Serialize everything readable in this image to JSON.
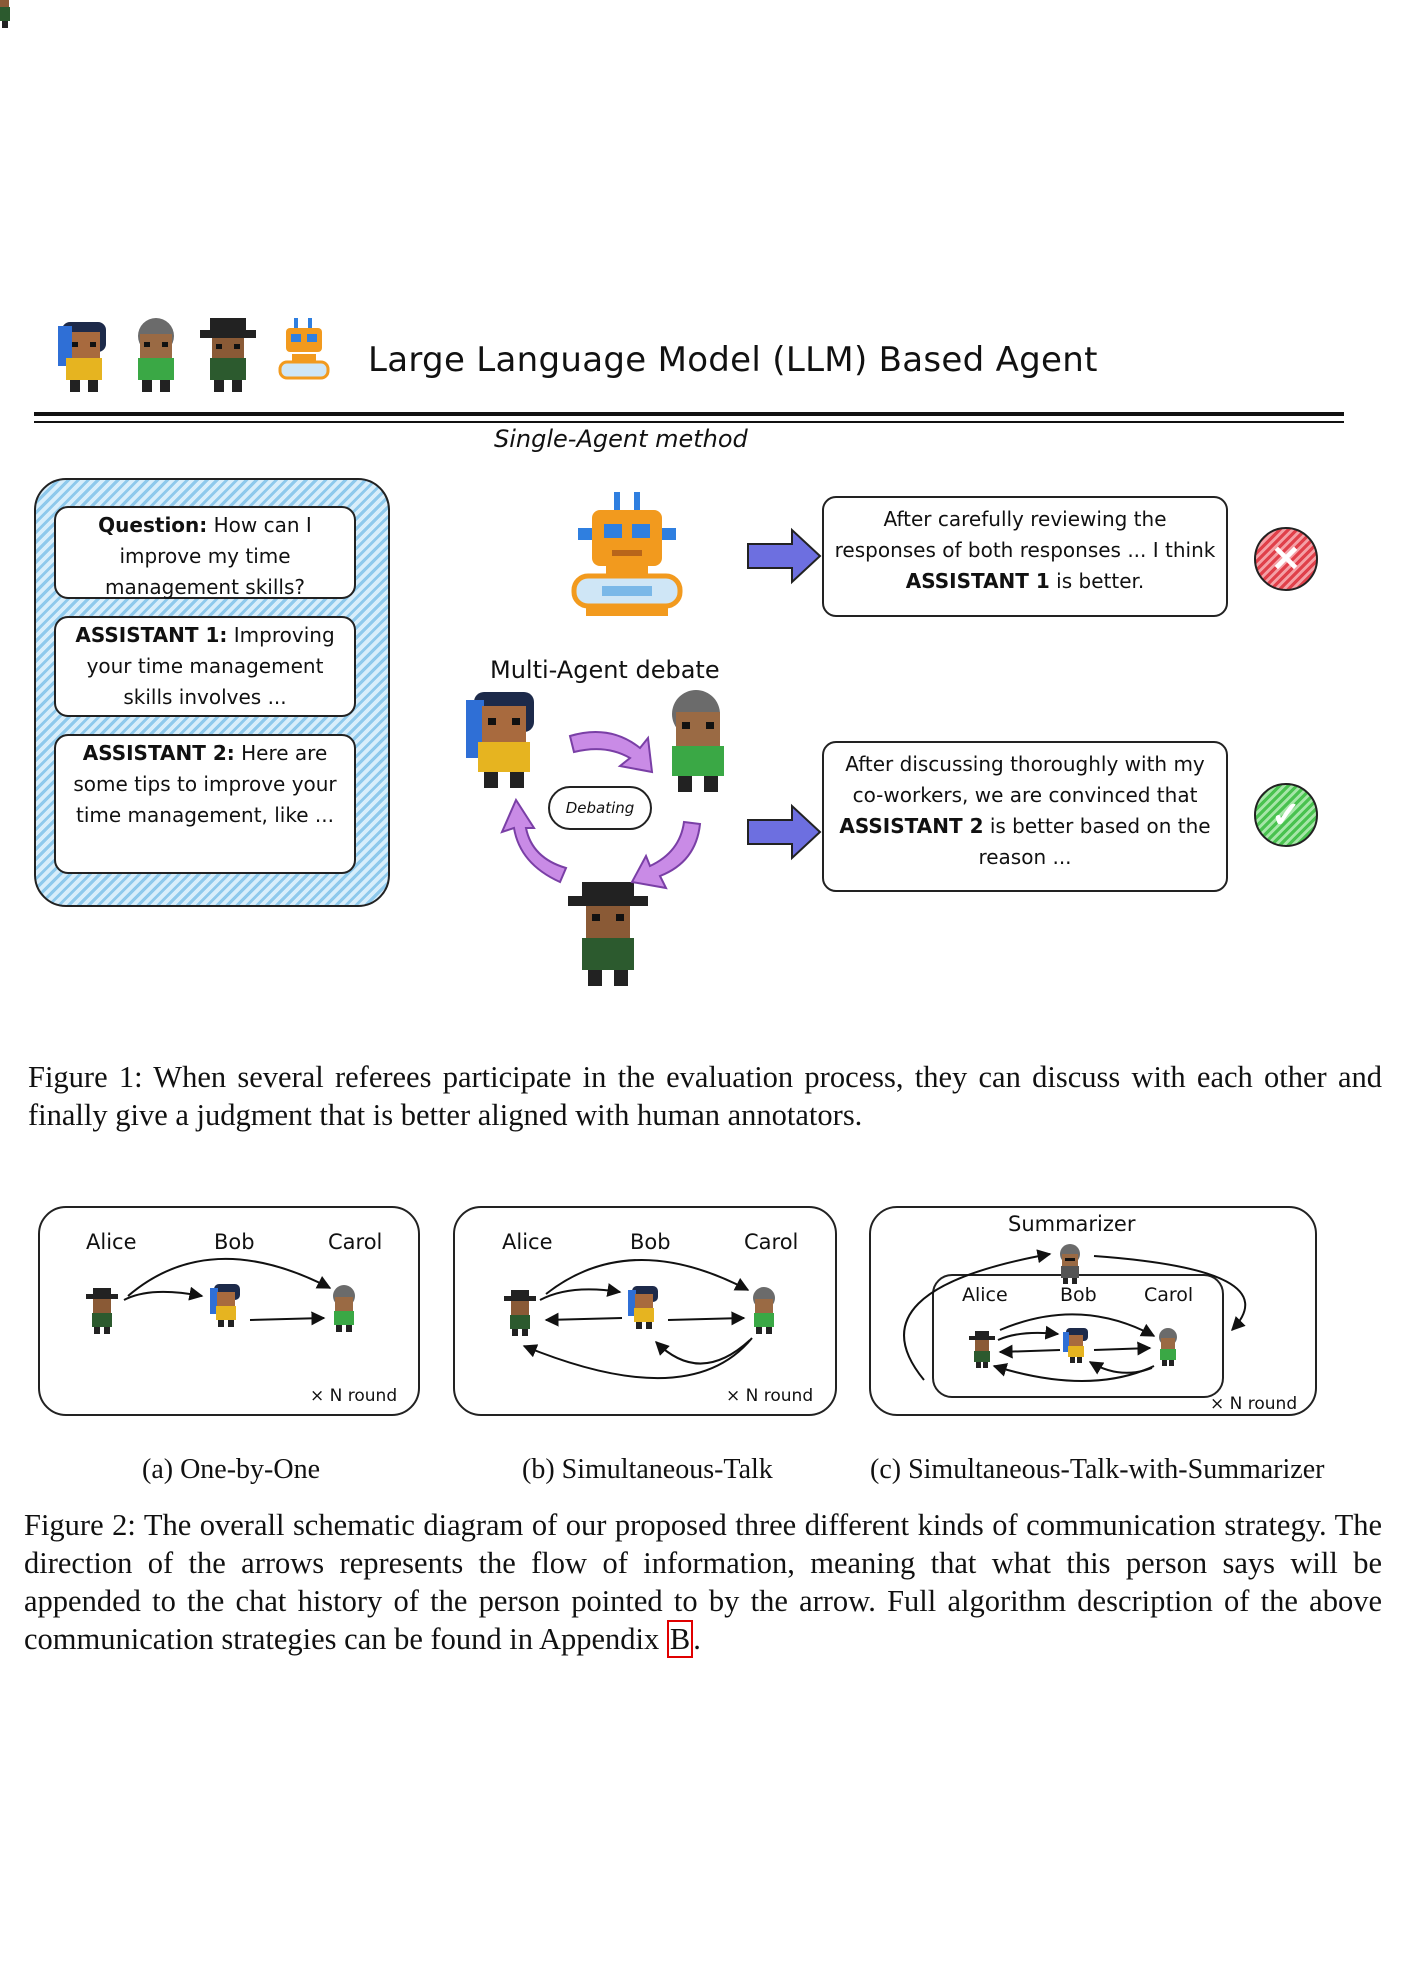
{
  "figure1": {
    "title": "Large Language Model (LLM) Based Agent",
    "single_agent_label": "Single-Agent method",
    "multi_agent_label": "Multi-Agent debate",
    "debating_label": "Debating",
    "question": {
      "label": "Question:",
      "text": "How can I improve my time management skills?"
    },
    "assistant1": {
      "label": "ASSISTANT 1:",
      "text": "Improving your time management skills involves ..."
    },
    "assistant2": {
      "label": "ASSISTANT 2:",
      "text": "Here are some tips to improve your time management, like ..."
    },
    "single_response": {
      "pre": "After carefully reviewing the responses of both responses ... I think",
      "emphasis": "ASSISTANT 1",
      "post": "is better."
    },
    "multi_response": {
      "pre": "After discussing thoroughly with my co-workers, we are convinced that",
      "emphasis": "ASSISTANT 2",
      "post": "is better based on the reason ..."
    },
    "caption": "Figure 1: When several referees participate in the evaluation process, they can discuss with each other and finally give a judgment that is better aligned with human annotators.",
    "colors": {
      "panel_blue": "#8ec9ec",
      "arrow_blue": "#6d6fe0",
      "arrow_purple": "#c98be6",
      "wrong_red": "#e0404a",
      "correct_green": "#49c24f"
    }
  },
  "figure2": {
    "names": {
      "alice": "Alice",
      "bob": "Bob",
      "carol": "Carol",
      "summarizer": "Summarizer"
    },
    "rounds": "× N round",
    "subcaptions": {
      "a": "(a) One-by-One",
      "b": "(b) Simultaneous-Talk",
      "c": "(c) Simultaneous-Talk-with-Summarizer"
    },
    "caption_main": "Figure 2: The overall schematic diagram of our proposed three different kinds of communication strategy. The direction of the arrows represents the flow of information, meaning that what this person says will be appended to the chat history of the person pointed to by the arrow. Full algorithm description of the above communication strategies can be found in Appendix",
    "caption_ref": "B",
    "caption_end": "."
  }
}
